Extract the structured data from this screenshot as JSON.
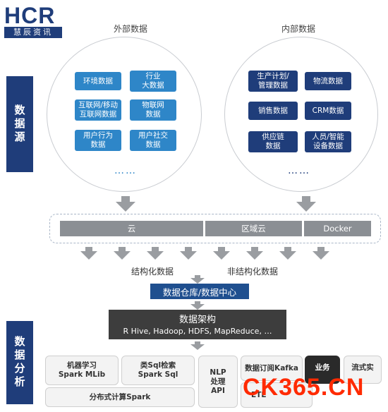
{
  "logo": {
    "main": "HCR",
    "sub": "慧辰资讯"
  },
  "side": {
    "source": "数据源",
    "analysis": "数据分析"
  },
  "external": {
    "title": "外部数据",
    "items": [
      "环境数据",
      "行业\n大数据",
      "互联网/移动\n互联网数据",
      "物联网\n数据",
      "用户行为\n数据",
      "用户社交\n数据"
    ],
    "more": "……"
  },
  "internal": {
    "title": "内部数据",
    "items": [
      "生产计划/\n管理数据",
      "物流数据",
      "销售数据",
      "CRM数据",
      "供应链\n数据",
      "人员/智能\n设备数据"
    ],
    "more": "……"
  },
  "cloud": {
    "segments": [
      "云",
      "区域云",
      "Docker"
    ]
  },
  "labels": {
    "structured": "结构化数据",
    "unstructured": "非结构化数据"
  },
  "warehouse": "数据仓库/数据中心",
  "architecture": {
    "title": "数据架构",
    "subtitle": "R Hive, Hadoop, HDFS, MapReduce, …"
  },
  "analysis": {
    "ml": "机器学习\nSpark MLib",
    "sql": "类Sql检索\nSpark Sql",
    "nlp": "NLP\n处理\nAPI",
    "kafka": "数据订阅Kafka",
    "etl": "ETL",
    "business": "业务",
    "stream": "流式实",
    "distributed": "分布式计算Spark"
  },
  "watermark": "CK365.CN",
  "colors": {
    "navy": "#1f3d7a",
    "blue": "#2e86c8",
    "gray": "#8b8f94",
    "dark": "#3d3d3d",
    "watermark": "#ff2a00"
  }
}
